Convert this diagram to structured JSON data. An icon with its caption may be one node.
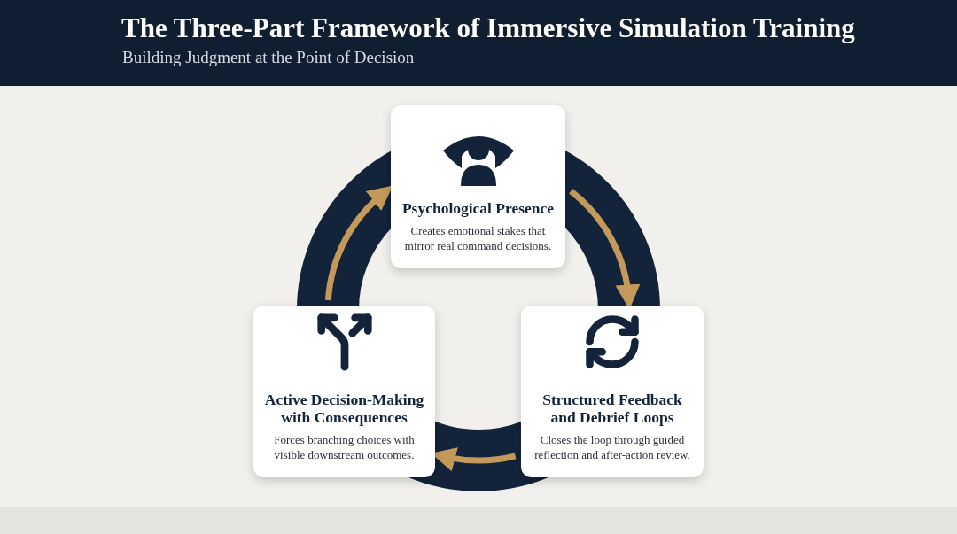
{
  "diagram": {
    "title": "The Three-Part Framework of Immersive Simulation Training",
    "nodes": [
      {
        "text": [
          "Psychological Presence",
          "Creates emotional stakes that mirror real command decisions."
        ]
      },
      {
        "text": [
          "Active Decision-Making with Consequences",
          "Forces branching choices with visible downstream outcomes."
        ]
      },
      {
        "text": [
          "Structured Feedback and Debrief Loops",
          "Closes the loop through guided reflection and after-action review."
        ]
      }
    ],
    "edges": [
      {
        "from": 0,
        "to": 2,
        "arrow": "to"
      },
      {
        "from": 2,
        "to": 1,
        "arrow": "to"
      },
      {
        "from": 1,
        "to": 0,
        "arrow": "to"
      }
    ],
    "labels": [
      "Building Judgment at the Point of Decision"
    ]
  }
}
